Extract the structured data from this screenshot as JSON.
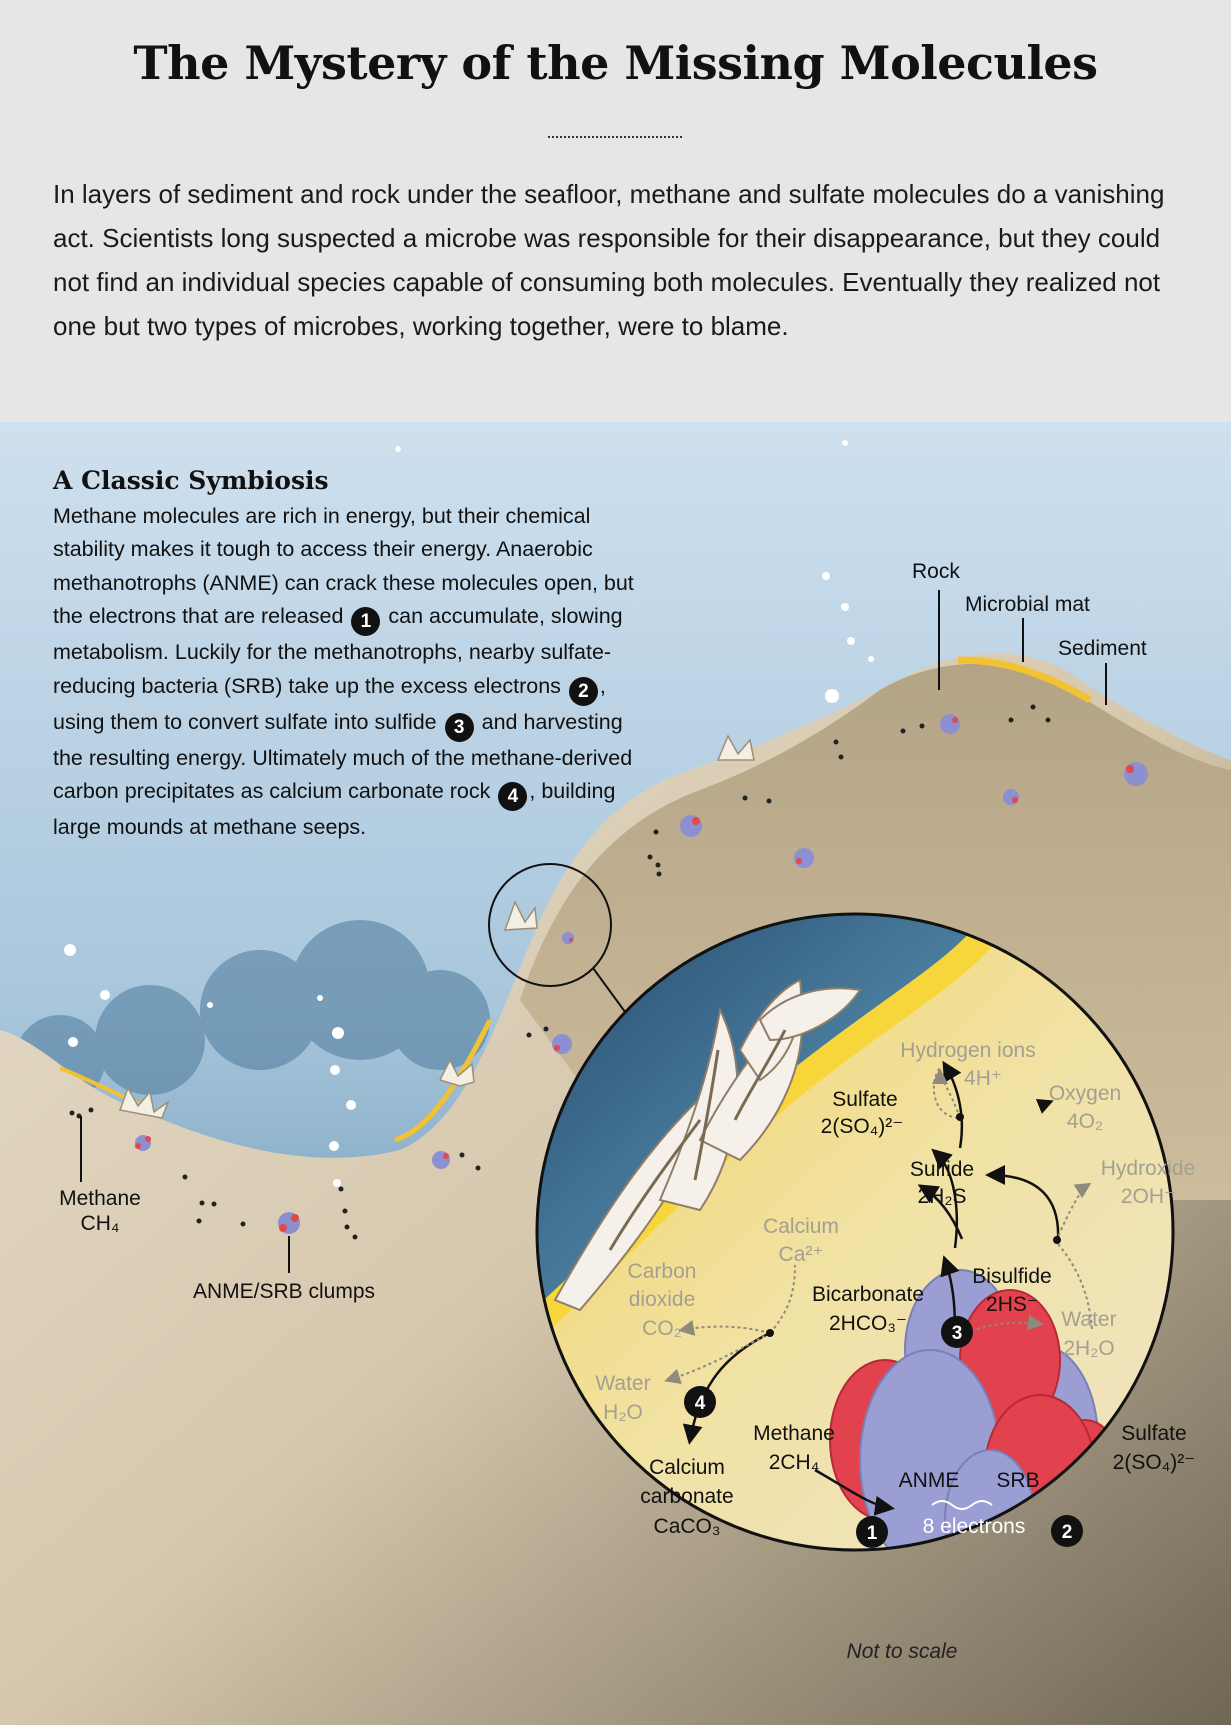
{
  "title": "The Mystery of the Missing Molecules",
  "intro": "In layers of sediment and rock under the seafloor, methane and sulfate molecules do a vanishing act. Scientists long suspected a microbe was responsible for their disappearance, but they could not find an individual species capable of consuming both molecules. Eventually they realized not one but two types of microbes, working together, were to blame.",
  "symbiosis": {
    "heading": "A Classic Symbiosis",
    "p1": "Methane molecules are rich in energy, but their chemical stability makes it tough to access their energy. Anaerobic methanotrophs (ANME) can crack these molecules open, but the electrons that are released",
    "n1": "1",
    "p2": "can accumulate, slowing metabolism. Luckily for the methanotrophs, nearby sulfate-reducing bacteria (SRB) take up the excess electrons",
    "n2": "2",
    "p3": ", using them to convert sulfate into sulfide",
    "n3": "3",
    "p4": "and harvesting the resulting energy. Ultimately much of the methane-derived carbon precipitates as calcium carbonate rock",
    "n4": "4",
    "p5": ", building large mounds at methane seeps."
  },
  "scene_labels": {
    "rock": "Rock",
    "microbial_mat": "Microbial mat",
    "sediment": "Sediment",
    "methane": "Methane",
    "methane_formula": "CH₄",
    "clumps": "ANME/SRB clumps"
  },
  "inset": {
    "hydrogen_ions": "Hydrogen ions",
    "hydrogen_ions_f": "4H⁺",
    "oxygen": "Oxygen",
    "oxygen_f": "4O₂",
    "sulfate_top": "Sulfate",
    "sulfate_top_f": "2(SO₄)²⁻",
    "sulfide": "Sulfide",
    "sulfide_f": "2H₂S",
    "hydroxide": "Hydroxide",
    "hydroxide_f": "2OH⁻",
    "calcium": "Calcium",
    "calcium_f": "Ca²⁺",
    "carbon_dioxide_1": "Carbon",
    "carbon_dioxide_2": "dioxide",
    "carbon_dioxide_f": "CO₂",
    "bicarbonate": "Bicarbonate",
    "bicarbonate_f": "2HCO₃⁻",
    "bisulfide": "Bisulfide",
    "bisulfide_f": "2HS⁻",
    "water_right": "Water",
    "water_right_f": "2H₂O",
    "water_left": "Water",
    "water_left_f": "H₂O",
    "calcium_carbonate_1": "Calcium",
    "calcium_carbonate_2": "carbonate",
    "calcium_carbonate_f": "CaCO₃",
    "methane": "Methane",
    "methane_f": "2CH₄",
    "sulfate_right": "Sulfate",
    "sulfate_right_f": "2(SO₄)²⁻",
    "anme": "ANME",
    "srb": "SRB",
    "electrons": "8 electrons",
    "not_to_scale": "Not to scale",
    "step1": "1",
    "step2": "2",
    "step3": "3",
    "step4": "4"
  },
  "colors": {
    "header_bg": "#e6e6e6",
    "water_top": "#c9dcec",
    "water_deep": "#3f6f92",
    "sediment": "#c9b89a",
    "mat_yellow": "#f5c53a",
    "anme_purple": "#9a9ed2",
    "srb_red": "#e2424e"
  }
}
